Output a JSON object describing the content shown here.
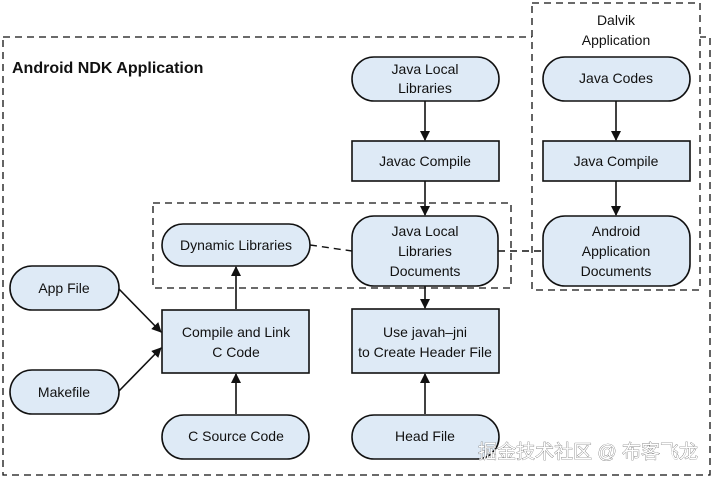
{
  "app_title": "Android NDK Application",
  "dalvik_title": [
    "Dalvik",
    "Application"
  ],
  "nodes": {
    "java_local_libraries": [
      "Java Local",
      "Libraries"
    ],
    "javac_compile": [
      "Javac Compile"
    ],
    "java_local_libraries_documents": [
      "Java Local",
      "Libraries",
      "Documents"
    ],
    "use_javah_jni": [
      "Use javah–jni",
      "to Create Header File"
    ],
    "head_file": [
      "Head File"
    ],
    "dynamic_libraries": [
      "Dynamic Libraries"
    ],
    "compile_and_link": [
      "Compile and Link",
      "C Code"
    ],
    "c_source_code": [
      "C Source Code"
    ],
    "app_file": [
      "App File"
    ],
    "makefile": [
      "Makefile"
    ],
    "java_codes": [
      "Java Codes"
    ],
    "java_compile": [
      "Java Compile"
    ],
    "android_application_documents": [
      "Android",
      "Application",
      "Documents"
    ]
  },
  "watermark": "掘金技术社区 @ 布客飞龙"
}
